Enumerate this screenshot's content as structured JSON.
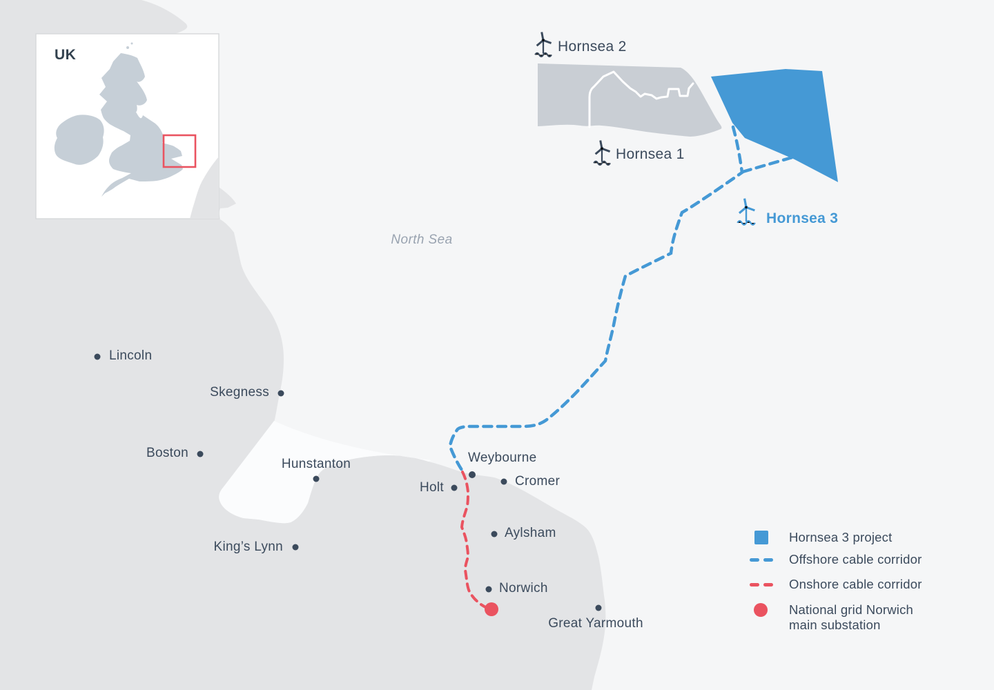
{
  "colors": {
    "sea": "#f5f6f7",
    "land": "#e3e4e6",
    "wash": "#fbfcfd",
    "inset_bg": "#ffffff",
    "inset_border": "#d8dadc",
    "inset_land": "#c6cfd7",
    "inset_europe": "#e3e4e6",
    "farm_gray": "#c9ced4",
    "accent_blue": "#4599d5",
    "accent_red": "#ea5360",
    "text_dark": "#3b4a5c",
    "sea_label": "#99a3b0"
  },
  "inset": {
    "label": "UK"
  },
  "sea": {
    "label": "North Sea"
  },
  "wind_farms": {
    "hornsea1": {
      "label": "Hornsea 1"
    },
    "hornsea2": {
      "label": "Hornsea 2"
    },
    "hornsea3": {
      "label": "Hornsea 3"
    }
  },
  "cities": [
    {
      "name": "Lincoln"
    },
    {
      "name": "Skegness"
    },
    {
      "name": "Boston"
    },
    {
      "name": "Hunstanton"
    },
    {
      "name": "King’s Lynn"
    },
    {
      "name": "Holt"
    },
    {
      "name": "Weybourne"
    },
    {
      "name": "Cromer"
    },
    {
      "name": "Aylsham"
    },
    {
      "name": "Norwich"
    },
    {
      "name": "Great Yarmouth"
    }
  ],
  "legend": {
    "hornsea3_project": "Hornsea 3 project",
    "offshore": "Offshore cable corridor",
    "onshore": "Onshore cable corridor",
    "substation": "National grid Norwich main substation"
  }
}
